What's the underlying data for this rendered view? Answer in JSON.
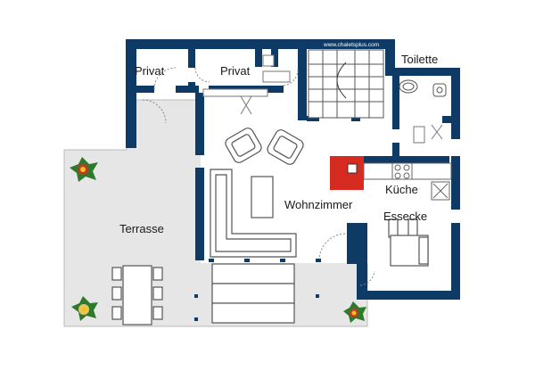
{
  "watermark": "www.chaletsplus.com",
  "rooms": {
    "privat_left": "Privat",
    "privat_right": "Privat",
    "toilette": "Toilette",
    "terrasse": "Terrasse",
    "wohnzimmer": "Wohnzimmer",
    "kueche": "Küche",
    "essecke": "Essecke"
  },
  "colors": {
    "wall": "#0e3a66",
    "terrace": "#e6e6e6",
    "floor": "#ffffff",
    "stove": "#d62b20",
    "furniture_stroke": "#555555"
  },
  "icons": {
    "plant": "potted-plant-icon",
    "toilet": "toilet-icon",
    "sink": "sink-icon",
    "stairs": "staircase-icon",
    "stove": "fireplace-icon",
    "cooktop": "cooktop-icon"
  }
}
